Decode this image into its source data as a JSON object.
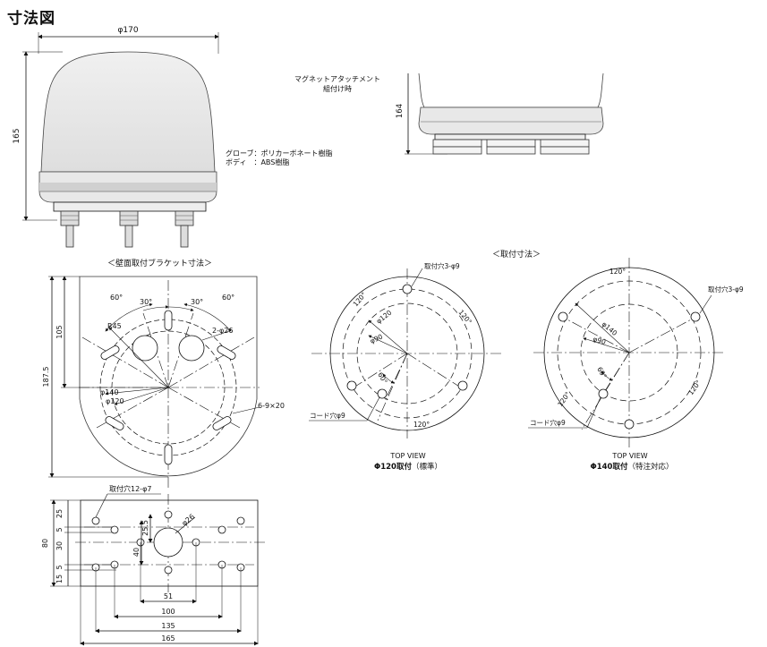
{
  "title": "寸法図",
  "top": {
    "width_dim": "φ170",
    "height_dim": "165",
    "materials": [
      "グローブ：ポリカーボネート樹脂",
      "ボディ　：ABS樹脂"
    ]
  },
  "magnet": {
    "caption_line1": "マグネットアタッチメント",
    "caption_line2": "組付け時",
    "height_dim": "164"
  },
  "bracket": {
    "title": "＜壁面取付ブラケット寸法＞",
    "dims": {
      "d105": "105",
      "d187_5": "187.5",
      "a60_left": "60°",
      "a30_left": "30°",
      "a30_right": "30°",
      "a60_right": "60°",
      "r45": "R45",
      "hole26": "2-φ26",
      "d140": "φ140",
      "d120": "φ120",
      "slot": "6-9×20"
    }
  },
  "mount": {
    "title": "＜取付寸法＞",
    "view120": {
      "hole_label": "取付穴3-φ9",
      "d120": "φ120",
      "d90": "φ90",
      "a120_a": "120°",
      "a120_b": "120°",
      "a120_c": "120°",
      "a60": "60°",
      "cord": "コード穴φ9",
      "view_label": "TOP  VIEW",
      "caption_bold": "Φ120取付",
      "caption_note": "（標準）"
    },
    "view140": {
      "hole_label": "取付穴3-φ9",
      "d140": "φ140",
      "d90": "φ90",
      "a120_a": "120°",
      "a120_b": "120°",
      "a120_c": "120°",
      "a60": "60°",
      "cord": "コード穴φ9",
      "view_label": "TOP  VIEW",
      "caption_bold": "Φ140取付",
      "caption_note": "（特注対応）"
    }
  },
  "plate": {
    "hole_label": "取付穴12-φ7",
    "d26": "φ26",
    "left_dims": [
      "25",
      "5",
      "30",
      "5",
      "15"
    ],
    "d80": "80",
    "d25_5": "25.5",
    "d40": "40",
    "d51": "51",
    "d100": "100",
    "d135": "135",
    "d165": "165"
  }
}
